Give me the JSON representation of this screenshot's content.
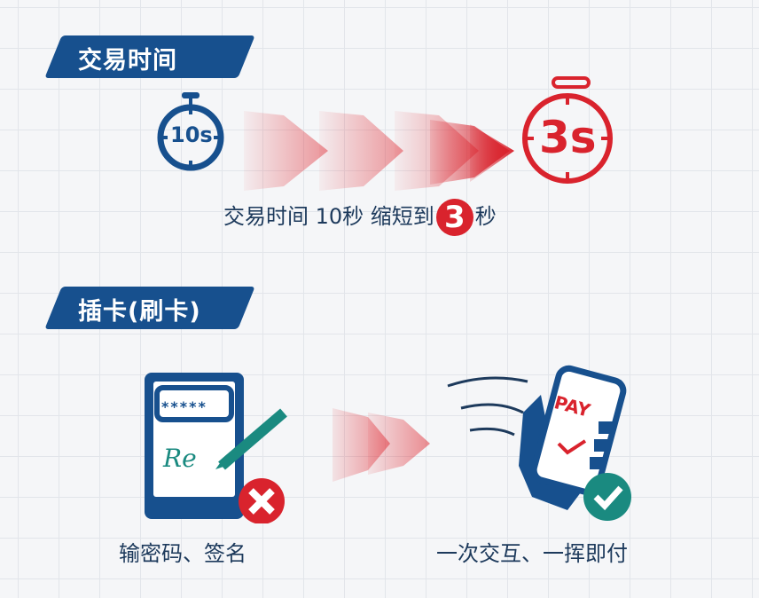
{
  "section1": {
    "title": "交易时间",
    "from_timer": "10s",
    "to_timer": "3s",
    "caption_prefix": "交易时间 10秒 缩短到",
    "caption_number": "3",
    "caption_suffix": "秒"
  },
  "section2": {
    "title": "插卡(刷卡)",
    "password_mask": "*****",
    "signature": "Re",
    "left_caption": "输密码、签名",
    "phone_label": "PAY",
    "right_caption": "一次交互、一挥即付"
  },
  "colors": {
    "navy": "#17508e",
    "red": "#d9232d",
    "teal": "#1a8a80",
    "text": "#1d3a5c"
  }
}
